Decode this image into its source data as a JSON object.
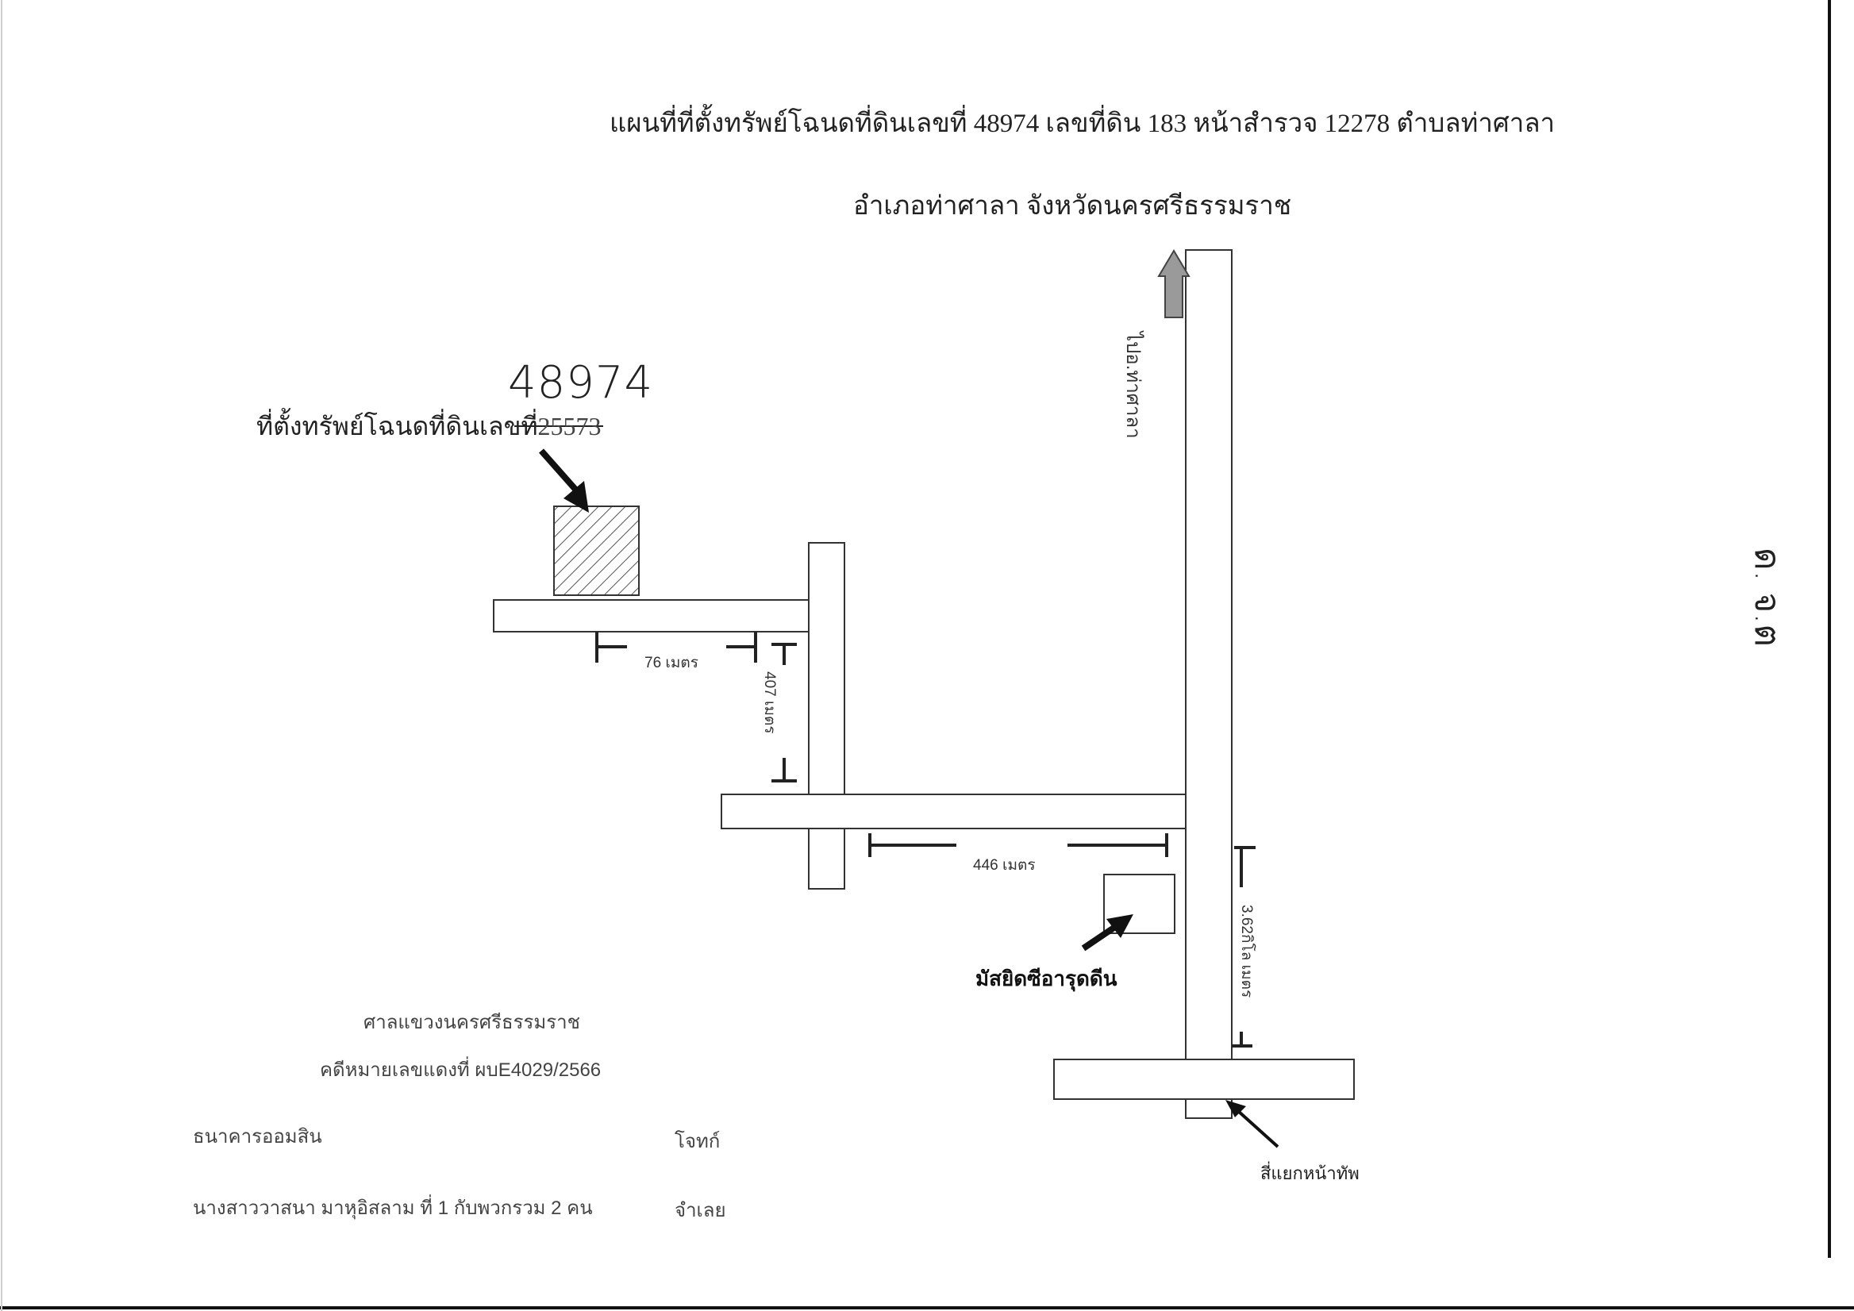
{
  "title": {
    "line1": "แผนที่ที่ตั้งทรัพย์โฉนดที่ดินเลขที่ 48974 เลขที่ดิน 183 หน้าสำรวจ 12278 ตำบลท่าศาลา",
    "line2": "อำเภอท่าศาลา จังหวัดนครศรีธรรมราช"
  },
  "property": {
    "label": "ที่ตั้งทรัพย์โฉนดที่ดินเลขที่",
    "struck_number": "25573",
    "handwritten_number": "48974"
  },
  "direction": {
    "north_label": "ไปอ.ท่าศาลา"
  },
  "distances": {
    "d76": "76 เมตร",
    "d407": "407 เมตร",
    "d446": "446 เมตร",
    "d362": "3.62กิโล เมตร"
  },
  "landmarks": {
    "mosque": "มัสยิดซีอารุดดีน",
    "intersection": "สี่แยกหน้าทัพ"
  },
  "case": {
    "court": "ศาลแขวงนครศรีธรรมราช",
    "case_no": "คดีหมายเลขแดงที่ ผบE4029/2566",
    "plaintiff_name": "ธนาคารออมสิน",
    "plaintiff_role": "โจทก์",
    "defendant_name": "นางสาววาสนา มาหุอิสลาม ที่ 1 กับพวกรวม 2 คน",
    "defendant_role": "จำเลย"
  },
  "margin_note": "ด. จ.ต",
  "colors": {
    "ink": "#222222",
    "arrow_fill": "#9a9a9a",
    "hatch": "#555555"
  }
}
